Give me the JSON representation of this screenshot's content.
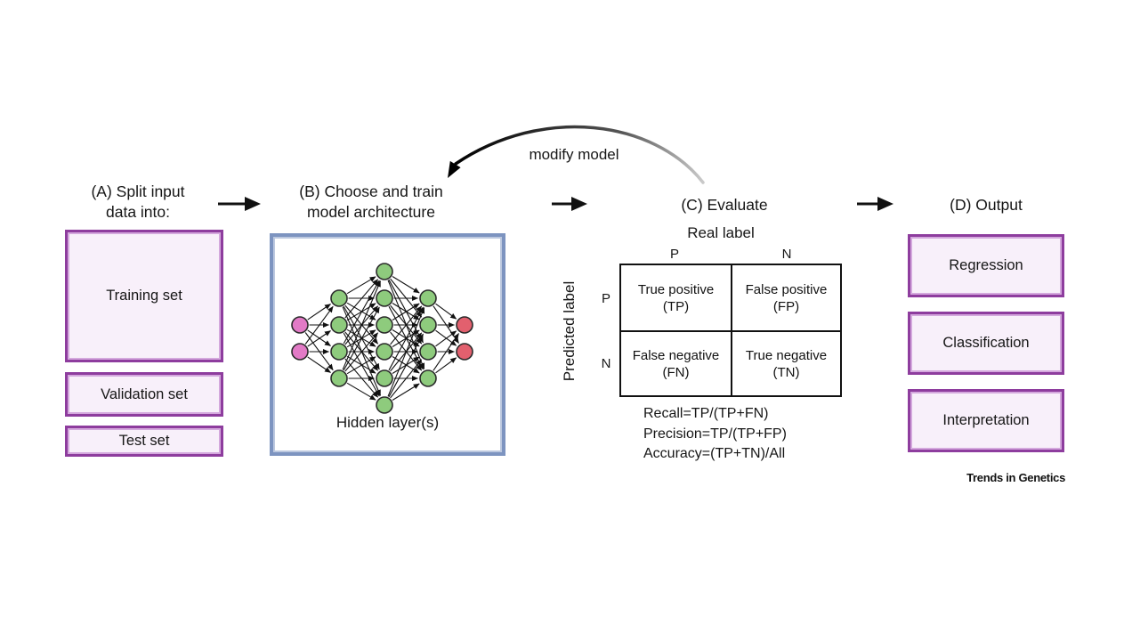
{
  "flow": {
    "modify_label": "modify model"
  },
  "panels": {
    "a": {
      "title": "(A) Split input\ndata into:",
      "boxes": [
        "Training set",
        "Validation set",
        "Test set"
      ]
    },
    "b": {
      "title": "(B) Choose and train\nmodel architecture",
      "hidden_label": "Hidden layer(s)",
      "network": {
        "layers": [
          {
            "name": "input-layer",
            "count": 2,
            "color": "#e27ac6"
          },
          {
            "name": "hidden-layer-1",
            "count": 4,
            "color": "#8ecb7d"
          },
          {
            "name": "hidden-layer-2",
            "count": 6,
            "color": "#8ecb7d"
          },
          {
            "name": "hidden-layer-3",
            "count": 4,
            "color": "#8ecb7d"
          },
          {
            "name": "output-layer",
            "count": 2,
            "color": "#e2606e"
          }
        ]
      }
    },
    "c": {
      "title": "(C) Evaluate",
      "col_axis": "Real label",
      "row_axis": "Predicted label",
      "col_headers": [
        "P",
        "N"
      ],
      "row_headers": [
        "P",
        "N"
      ],
      "cells": [
        [
          "True positive\n(TP)",
          "False positive\n(FP)"
        ],
        [
          "False negative\n(FN)",
          "True negative\n(TN)"
        ]
      ],
      "formulas": [
        "Recall=TP/(TP+FN)",
        "Precision=TP/(TP+FP)",
        "Accuracy=(TP+TN)/All"
      ]
    },
    "d": {
      "title": "(D) Output",
      "boxes": [
        "Regression",
        "Classification",
        "Interpretation"
      ]
    }
  },
  "journal": "Trends in Genetics",
  "colors": {
    "purple_border": "#8e3d9e",
    "purple_fill": "#f8f0fa",
    "blue_border": "#7d94c0",
    "node_pink": "#e27ac6",
    "node_green": "#8ecb7d",
    "node_red": "#e2606e",
    "arrow_black": "#111111"
  }
}
